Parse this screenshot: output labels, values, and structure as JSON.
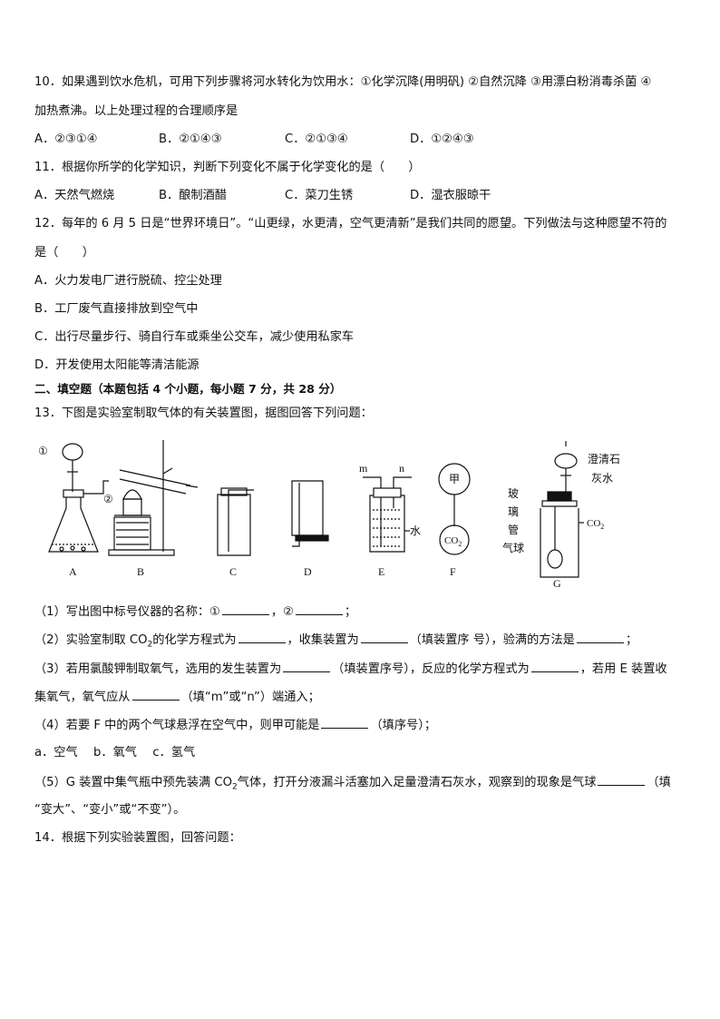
{
  "q10": {
    "line1": "10．如果遇到饮水危机，可用下列步骤将河水转化为饮用水：①化学沉降(用明矾) ②自然沉降 ③用漂白粉消毒杀菌 ④",
    "line2": "加热煮沸。以上处理过程的合理顺序是",
    "options": [
      "A．②③①④",
      "B．②①④③",
      "C．②①③④",
      "D．①②④③"
    ]
  },
  "q11": {
    "stem": "11．根据你所学的化学知识，判断下列变化不属于化学变化的是（　　）",
    "options": [
      "A．天然气燃烧",
      "B．酿制酒醋",
      "C．菜刀生锈",
      "D．湿衣服晾干"
    ]
  },
  "q12": {
    "line1": "12．每年的 6 月 5 日是“世界环境日”。“山更绿，水更清，空气更清新”是我们共同的愿望。下列做法与这种愿望不符的",
    "line2": "是（　　）",
    "options": [
      "A．火力发电厂进行脱硫、控尘处理",
      "B．工厂废气直接排放到空气中",
      "C．出行尽量步行、骑自行车或乘坐公交车，减少使用私家车",
      "D．开发使用太阳能等清洁能源"
    ]
  },
  "section2": "二、填空题（本题包括 4 个小题，每小题 7 分，共 28 分）",
  "q13": {
    "stem": "13．下图是实验室制取气体的有关装置图，据图回答下列问题：",
    "figure": {
      "labels": [
        "A",
        "B",
        "C",
        "D",
        "E",
        "F",
        "G"
      ],
      "circle1": "①",
      "circle2": "②",
      "m": "m",
      "n": "n",
      "water": "水",
      "jia": "甲",
      "co2": "CO",
      "sub2": "2",
      "limewater1": "澄清石",
      "limewater2": "灰水",
      "glass1": "玻",
      "glass2": "璃",
      "glass3": "管",
      "balloon": "气球"
    },
    "p1a": "（1）写出图中标号仪器的名称：①",
    "p1b": "，②",
    "p1c": "；",
    "p2a": "（2）实验室制取 CO",
    "p2b": "的化学方程式为",
    "p2c": "，收集装置为",
    "p2d": "（填装置序 号），验满的方法是",
    "p2e": "；",
    "p3a": "（3）若用氯酸钾制取氧气，选用的发生装置为",
    "p3b": "（填装置序号），反应的化学方程式为",
    "p3c": "，若用 E 装置收",
    "p3d": "集氧气，氧气应从",
    "p3e": "（填“m”或“n”）端通入；",
    "p4a": "（4）若要 F 中的两个气球悬浮在空气中，则甲可能是",
    "p4b": "（填序号）；",
    "p4opts": "a．空气　 b．氧气　 c．氢气",
    "p5a": "（5）G 装置中集气瓶中预先装满 CO",
    "p5b": "气体，打开分液漏斗活塞加入足量澄清石灰水，观察到的现象是气球",
    "p5c": "（填",
    "p5d": "“变大”、“变小”或“不变”）。"
  },
  "q14": {
    "stem": "14．根据下列实验装置图，回答问题："
  }
}
